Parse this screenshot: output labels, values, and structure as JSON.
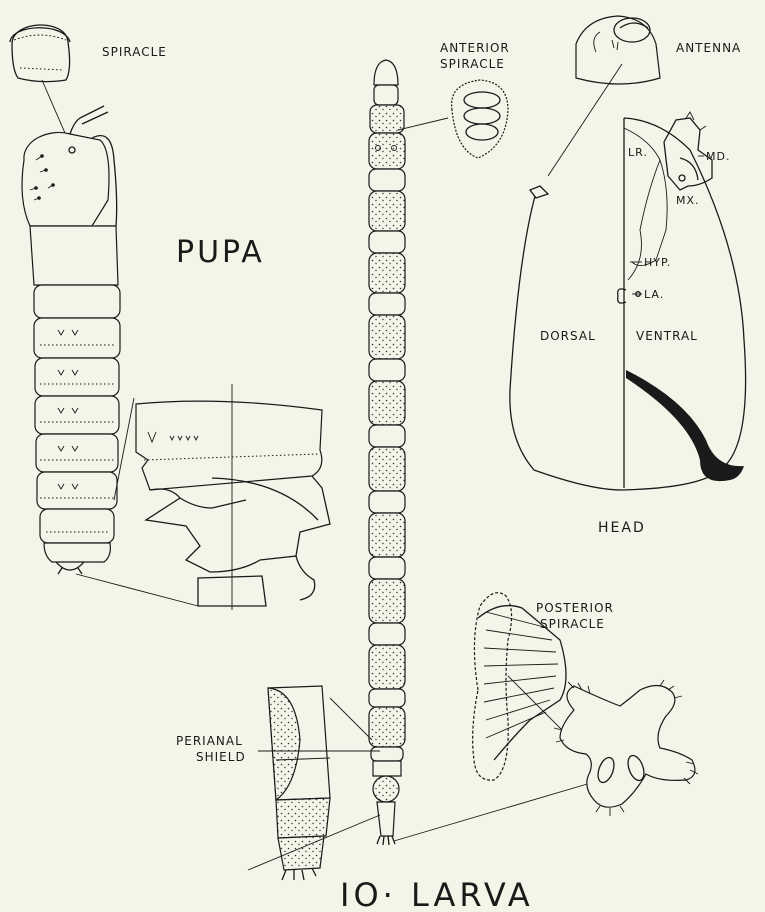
{
  "labels": {
    "spiracle": "SPIRACLE",
    "pupa": "PUPA",
    "anterior_spiracle_1": "ANTERIOR",
    "anterior_spiracle_2": "SPIRACLE",
    "antenna": "ANTENNA",
    "lr": "LR.",
    "md": "MD.",
    "mx": "MX.",
    "hyp": "HYP.",
    "la": "LA.",
    "dorsal": "DORSAL",
    "ventral": "VENTRAL",
    "head": "HEAD",
    "posterior_spiracle_1": "POSTERIOR",
    "posterior_spiracle_2": "SPIRACLE",
    "perianal_shield_1": "PERIANAL",
    "perianal_shield_2": "SHIELD",
    "figure_title": "IO· LARVA"
  },
  "colors": {
    "paper": "#f4f4e8",
    "ink": "#1a1a1a"
  }
}
